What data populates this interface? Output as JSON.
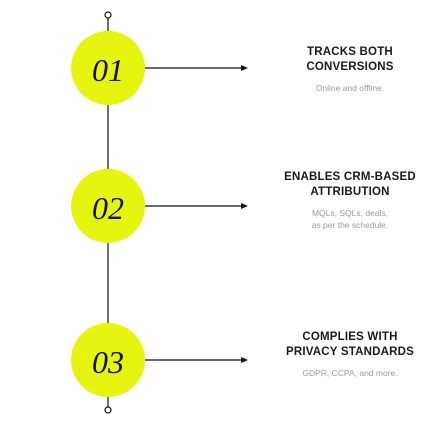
{
  "steps": [
    {
      "number": "01",
      "title_lines": [
        "TRACKS BOTH",
        "CONVERSIONS"
      ],
      "desc_lines": [
        "Online and offline."
      ]
    },
    {
      "number": "02",
      "title_lines": [
        "ENABLES CRM-BASED",
        "ATTRIBUTION"
      ],
      "desc_lines": [
        "MQLs, SQLs, deals,",
        "as per the schedule."
      ]
    },
    {
      "number": "03",
      "title_lines": [
        "COMPLIES WITH",
        "PRIVACY STANDARDS"
      ],
      "desc_lines": [
        "GDPR, CCPA, and more."
      ]
    }
  ],
  "colors": {
    "accent": "#E6F510",
    "line": "#111111",
    "title": "#1a1a1a",
    "desc": "#9a9a9a"
  }
}
